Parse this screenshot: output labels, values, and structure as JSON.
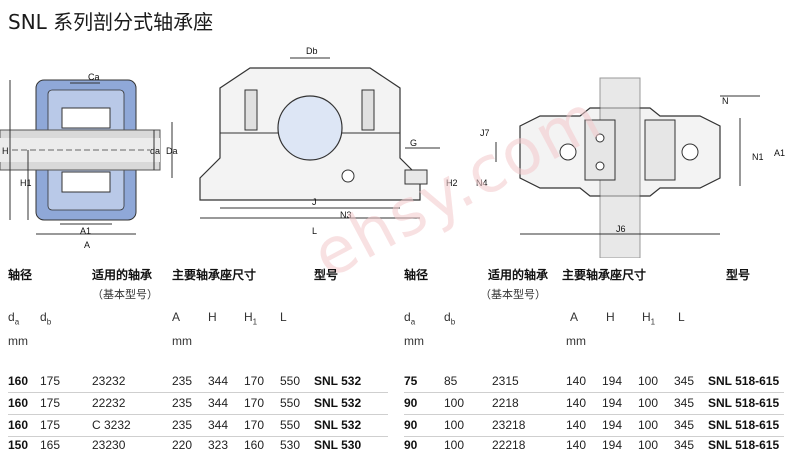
{
  "title": "SNL 系列剖分式轴承座",
  "watermark": "ehsy.com",
  "diagram_labels": {
    "ca": "Ca",
    "H": "H",
    "H1": "H1",
    "da": "da",
    "Da": "Da",
    "A1": "A1",
    "A": "A",
    "Db": "Db",
    "G": "G",
    "H2": "H2",
    "N3": "N3",
    "J": "J",
    "L": "L",
    "N": "N",
    "J7": "J7",
    "A1b": "A1",
    "N1": "N1",
    "N4": "N4",
    "J6": "J6"
  },
  "table_left": {
    "headers": {
      "shaft": "轴径",
      "bearing": "适用的轴承",
      "bearing_sub": "（基本型号）",
      "dims": "主要轴承座尺寸",
      "model": "型号"
    },
    "symbols": [
      "d",
      "d",
      "A",
      "H",
      "H",
      "L"
    ],
    "symbol_subs": [
      "a",
      "b",
      "",
      "",
      "1",
      ""
    ],
    "units": [
      "mm",
      "mm"
    ],
    "rows": [
      {
        "da": "160",
        "db": "175",
        "bearing": "23232",
        "A": "235",
        "H": "344",
        "H1": "170",
        "L": "550",
        "model": "SNL 532"
      },
      {
        "da": "160",
        "db": "175",
        "bearing": "22232",
        "A": "235",
        "H": "344",
        "H1": "170",
        "L": "550",
        "model": "SNL 532"
      },
      {
        "da": "160",
        "db": "175",
        "bearing": "C 3232",
        "A": "235",
        "H": "344",
        "H1": "170",
        "L": "550",
        "model": "SNL 532"
      },
      {
        "da": "150",
        "db": "165",
        "bearing": "23230",
        "A": "220",
        "H": "323",
        "H1": "160",
        "L": "530",
        "model": "SNL 530"
      }
    ]
  },
  "table_right": {
    "headers": {
      "shaft": "轴径",
      "bearing": "适用的轴承",
      "bearing_sub": "（基本型号）",
      "dims": "主要轴承座尺寸",
      "model": "型号"
    },
    "symbols": [
      "d",
      "d",
      "A",
      "H",
      "H",
      "L"
    ],
    "symbol_subs": [
      "a",
      "b",
      "",
      "",
      "1",
      ""
    ],
    "units": [
      "mm",
      "mm"
    ],
    "rows": [
      {
        "da": "75",
        "db": "85",
        "bearing": "2315",
        "A": "140",
        "H": "194",
        "H1": "100",
        "L": "345",
        "model": "SNL 518-615"
      },
      {
        "da": "90",
        "db": "100",
        "bearing": "2218",
        "A": "140",
        "H": "194",
        "H1": "100",
        "L": "345",
        "model": "SNL 518-615"
      },
      {
        "da": "90",
        "db": "100",
        "bearing": "23218",
        "A": "140",
        "H": "194",
        "H1": "100",
        "L": "345",
        "model": "SNL 518-615"
      },
      {
        "da": "90",
        "db": "100",
        "bearing": "22218",
        "A": "140",
        "H": "194",
        "H1": "100",
        "L": "345",
        "model": "SNL 518-615"
      }
    ]
  }
}
